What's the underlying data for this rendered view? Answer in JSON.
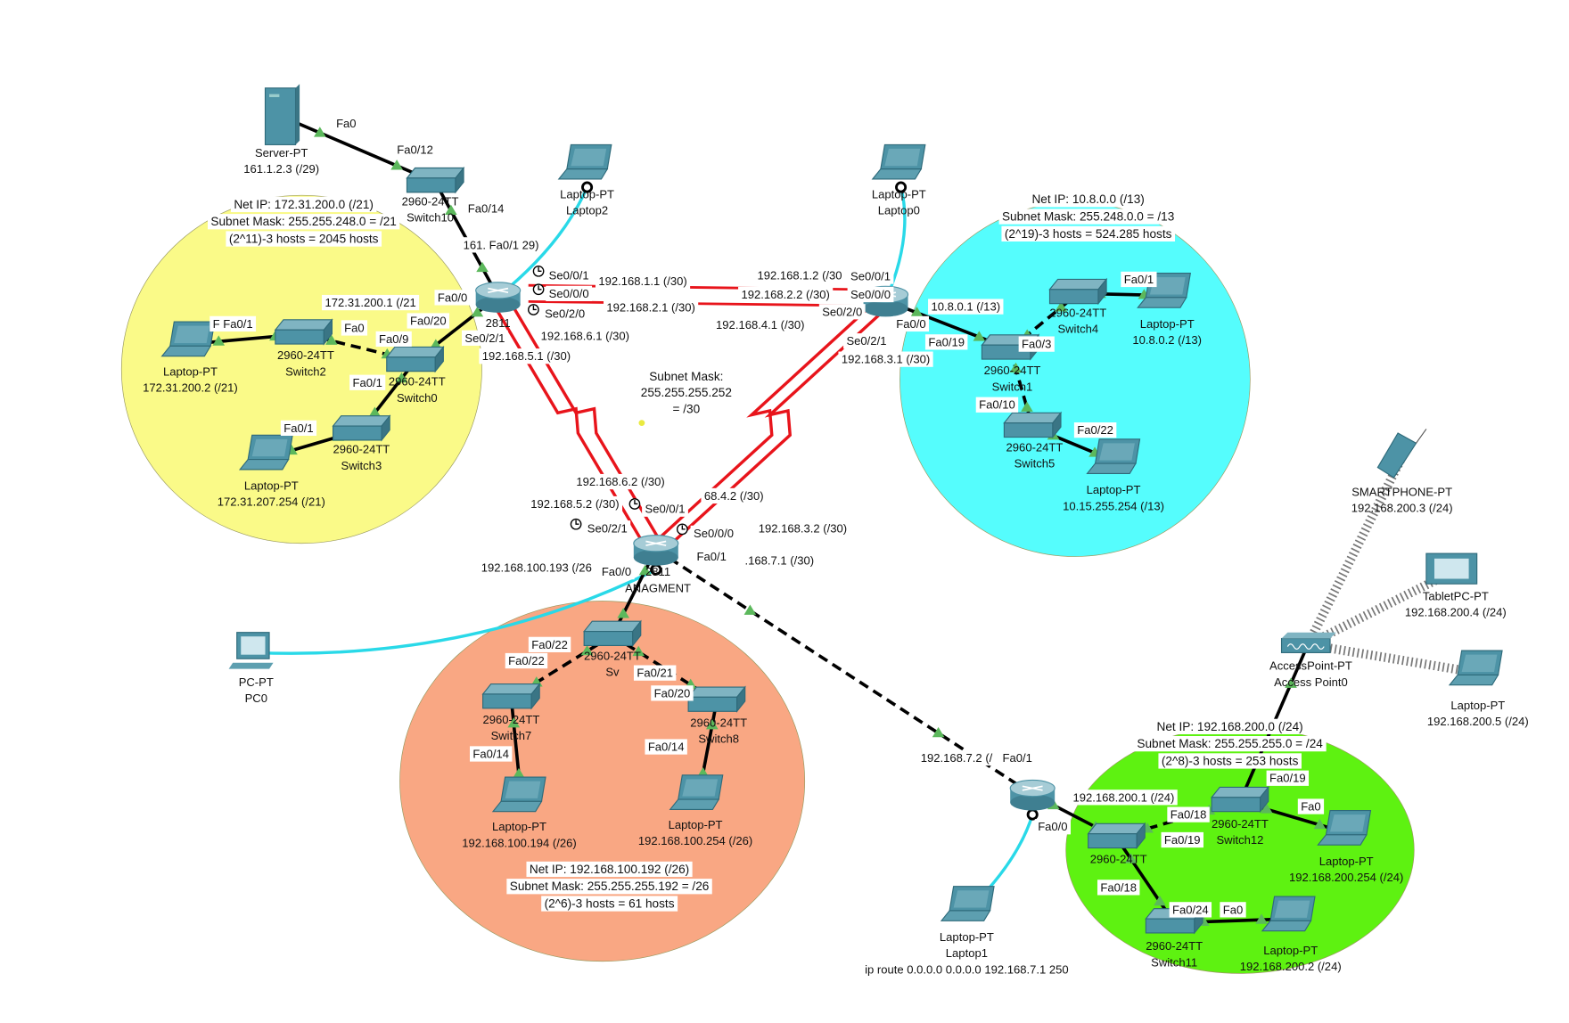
{
  "colors": {
    "yellow_zone": "#fafa88",
    "cyan_zone": "#55fdfd",
    "orange_zone": "#f9a783",
    "green_zone": "#5ef211",
    "device": "#4d93a6",
    "serial_link": "#e8141b",
    "console_link": "#29d9e8",
    "port_triangle": "#5cb85c"
  },
  "zones": [
    {
      "id": "yellow",
      "notes": [
        "Net IP: 172.31.200.0 (/21)",
        "Subnet Mask: 255.255.248.0 = /21",
        "(2^11)-3 hosts = 2045 hosts"
      ]
    },
    {
      "id": "cyan",
      "notes": [
        "Net IP: 10.8.0.0 (/13)",
        "Subnet Mask: 255.248.0.0 = /13",
        "(2^19)-3 hosts = 524.285 hosts"
      ]
    },
    {
      "id": "orange",
      "notes": [
        "Net IP: 192.168.100.192 (/26)",
        "Subnet Mask: 255.255.255.192 = /26",
        "(2^6)-3 hosts = 61 hosts"
      ]
    },
    {
      "id": "green",
      "notes": [
        "Net IP: 192.168.200.0 (/24)",
        "Subnet Mask: 255.255.255.0 = /24",
        "(2^8)-3 hosts = 253 hosts"
      ]
    }
  ],
  "wan_note": [
    "Subnet Mask:",
    "255.255.255.252",
    "= /30"
  ],
  "devices": [
    {
      "id": "server",
      "type": "server",
      "lines": [
        "Server-PT",
        "161.1.2.3 (/29)"
      ]
    },
    {
      "id": "switch10",
      "type": "switch",
      "lines": [
        "2960-24TT",
        "Switch10"
      ]
    },
    {
      "id": "laptop2",
      "type": "laptop",
      "lines": [
        "Laptop-PT",
        "Laptop2"
      ]
    },
    {
      "id": "router1",
      "type": "router",
      "lines": [
        "2811"
      ]
    },
    {
      "id": "laptop0",
      "type": "laptop",
      "lines": [
        "Laptop-PT",
        "Laptop0"
      ]
    },
    {
      "id": "router2",
      "type": "router",
      "lines": []
    },
    {
      "id": "switch2",
      "type": "switch",
      "lines": [
        "2960-24TT",
        "Switch2"
      ]
    },
    {
      "id": "laptopY1",
      "type": "laptop",
      "lines": [
        "Laptop-PT",
        "172.31.200.2 (/21)"
      ]
    },
    {
      "id": "switch0",
      "type": "switch",
      "lines": [
        "2960-24TT",
        "Switch0"
      ]
    },
    {
      "id": "switch3",
      "type": "switch",
      "lines": [
        "2960-24TT",
        "Switch3"
      ]
    },
    {
      "id": "laptopY2",
      "type": "laptop",
      "lines": [
        "Laptop-PT",
        "172.31.207.254 (/21)"
      ]
    },
    {
      "id": "switch1",
      "type": "switch",
      "lines": [
        "2960-24TT",
        "Switch1"
      ]
    },
    {
      "id": "switch4",
      "type": "switch",
      "lines": [
        "2960-24TT",
        "Switch4"
      ]
    },
    {
      "id": "laptopC1",
      "type": "laptop",
      "lines": [
        "Laptop-PT",
        "10.8.0.2 (/13)"
      ]
    },
    {
      "id": "switch5",
      "type": "switch",
      "lines": [
        "2960-24TT",
        "Switch5"
      ]
    },
    {
      "id": "laptopC2",
      "type": "laptop",
      "lines": [
        "Laptop-PT",
        "10.15.255.254 (/13)"
      ]
    },
    {
      "id": "router3",
      "type": "router",
      "lines": [
        "2811",
        "ANAGMENT"
      ]
    },
    {
      "id": "pc0",
      "type": "pc",
      "lines": [
        "PC-PT",
        "PC0"
      ]
    },
    {
      "id": "switch6",
      "type": "switch",
      "lines": [
        "2960-24TT",
        "Sv"
      ]
    },
    {
      "id": "switch7",
      "type": "switch",
      "lines": [
        "2960-24TT",
        "Switch7"
      ]
    },
    {
      "id": "switch8",
      "type": "switch",
      "lines": [
        "2960-24TT",
        "Switch8"
      ]
    },
    {
      "id": "laptopO1",
      "type": "laptop",
      "lines": [
        "Laptop-PT",
        "192.168.100.194 (/26)"
      ]
    },
    {
      "id": "laptopO2",
      "type": "laptop",
      "lines": [
        "Laptop-PT",
        "192.168.100.254 (/26)"
      ]
    },
    {
      "id": "router4",
      "type": "router",
      "lines": []
    },
    {
      "id": "laptop1",
      "type": "laptop",
      "lines": [
        "Laptop-PT",
        "Laptop1",
        "ip route 0.0.0.0 0.0.0.0 192.168.7.1 250"
      ]
    },
    {
      "id": "switch9",
      "type": "switch",
      "lines": [
        "2960-24TT"
      ]
    },
    {
      "id": "switch12",
      "type": "switch",
      "lines": [
        "2960-24TT",
        "Switch12"
      ]
    },
    {
      "id": "switch11",
      "type": "switch",
      "lines": [
        "2960-24TT",
        "Switch11"
      ]
    },
    {
      "id": "laptopG1",
      "type": "laptop",
      "lines": [
        "Laptop-PT",
        "192.168.200.254 (/24)"
      ]
    },
    {
      "id": "laptopG2",
      "type": "laptop",
      "lines": [
        "Laptop-PT",
        "192.168.200.2 (/24)"
      ]
    },
    {
      "id": "ap",
      "type": "accesspoint",
      "lines": [
        "AccessPoint-PT",
        "Access Point0"
      ]
    },
    {
      "id": "smartphone",
      "type": "phone",
      "lines": [
        "SMARTPHONE-PT",
        "192.168.200.3 (/24)"
      ]
    },
    {
      "id": "tablet",
      "type": "tablet",
      "lines": [
        "TabletPC-PT",
        "192.168.200.4 (/24)"
      ]
    },
    {
      "id": "laptopW",
      "type": "laptop",
      "lines": [
        "Laptop-PT",
        "192.168.200.5 (/24)"
      ]
    }
  ],
  "links": [
    {
      "from": "server",
      "to": "switch10",
      "kind": "straight"
    },
    {
      "from": "switch10",
      "to": "router1",
      "kind": "straight"
    },
    {
      "from": "laptop2",
      "to": "router1",
      "kind": "console"
    },
    {
      "from": "router1",
      "to": "router2",
      "kind": "serial-pair"
    },
    {
      "from": "router1",
      "to": "router3",
      "kind": "serial-zigzag"
    },
    {
      "from": "router2",
      "to": "router3",
      "kind": "serial-zigzag"
    },
    {
      "from": "router1",
      "to": "switch0",
      "kind": "straight"
    },
    {
      "from": "switch2",
      "to": "laptopY1",
      "kind": "straight"
    },
    {
      "from": "switch2",
      "to": "switch0",
      "kind": "crossover"
    },
    {
      "from": "switch0",
      "to": "switch3",
      "kind": "straight"
    },
    {
      "from": "switch3",
      "to": "laptopY2",
      "kind": "straight"
    },
    {
      "from": "laptop0",
      "to": "router2",
      "kind": "console"
    },
    {
      "from": "router2",
      "to": "switch1",
      "kind": "straight"
    },
    {
      "from": "switch1",
      "to": "switch4",
      "kind": "crossover"
    },
    {
      "from": "switch4",
      "to": "laptopC1",
      "kind": "straight"
    },
    {
      "from": "switch1",
      "to": "switch5",
      "kind": "crossover"
    },
    {
      "from": "switch5",
      "to": "laptopC2",
      "kind": "straight"
    },
    {
      "from": "router3",
      "to": "pc0",
      "kind": "console"
    },
    {
      "from": "router3",
      "to": "switch6",
      "kind": "straight"
    },
    {
      "from": "switch6",
      "to": "switch7",
      "kind": "crossover"
    },
    {
      "from": "switch6",
      "to": "switch8",
      "kind": "crossover"
    },
    {
      "from": "switch7",
      "to": "laptopO1",
      "kind": "straight"
    },
    {
      "from": "switch8",
      "to": "laptopO2",
      "kind": "straight"
    },
    {
      "from": "router3",
      "to": "router4",
      "kind": "crossover"
    },
    {
      "from": "router4",
      "to": "laptop1",
      "kind": "console"
    },
    {
      "from": "router4",
      "to": "switch9",
      "kind": "straight"
    },
    {
      "from": "switch9",
      "to": "switch12",
      "kind": "crossover"
    },
    {
      "from": "switch12",
      "to": "ap",
      "kind": "straight"
    },
    {
      "from": "switch12",
      "to": "laptopG1",
      "kind": "straight"
    },
    {
      "from": "switch9",
      "to": "switch11",
      "kind": "straight"
    },
    {
      "from": "switch11",
      "to": "laptopG2",
      "kind": "straight"
    },
    {
      "from": "ap",
      "to": "smartphone",
      "kind": "wireless"
    },
    {
      "from": "ap",
      "to": "tablet",
      "kind": "wireless"
    },
    {
      "from": "ap",
      "to": "laptopW",
      "kind": "wireless"
    }
  ],
  "ports": [
    "Fa0",
    "Fa0/12",
    "Fa0/14",
    "161. Fa0/1 29)",
    "172.31.200.1 (/21",
    "Fa0/0",
    "Fa0/20",
    "Fa0",
    "Fa0/9",
    "Se0/2/1",
    "192.168.5.1 (/30)",
    "F Fa0/1",
    "Fa0/1",
    "Fa0/1",
    "Se0/0/1",
    "Se0/0/0",
    "Se0/2/0",
    "192.168.1.1 (/30)",
    "192.168.2.1 (/30)",
    "192.168.6.1 (/30)",
    "192.168.1.2 (/30",
    "192.168.2.2 (/30)",
    "Se0/0/1",
    "Se0/0/0",
    "Se0/2/0",
    "192.168.4.1 (/30)",
    "Fa0/0",
    "Se0/2/1",
    "192.168.3.1 (/30)",
    "10.8.0.1 (/13)",
    "Fa0/19",
    "Fa0/1",
    "Fa0/3",
    "Fa0/10",
    "Fa0/22",
    "192.168.6.2 (/30)",
    "68.4.2 (/30)",
    "192.168.5.2 (/30)",
    "Se0/0/1",
    "Se0/2/1",
    "Se0/0/0",
    "192.168.3.2 (/30)",
    "192.168.100.193 (/26",
    "Fa0/0",
    "Fa0/1",
    ".168.7.1 (/30)",
    "Fa0/22",
    "Fa0/22",
    "Fa0/21",
    "Fa0/20",
    "Fa0/14",
    "Fa0/14",
    "192.168.7.2 (/",
    "Fa0/1",
    "192.168.200.1 (/24)",
    "Fa0/0",
    "Fa0/19",
    "Fa0/18",
    "Fa0/19",
    "Fa0",
    "Fa0/18",
    "Fa0/24",
    "Fa0"
  ]
}
